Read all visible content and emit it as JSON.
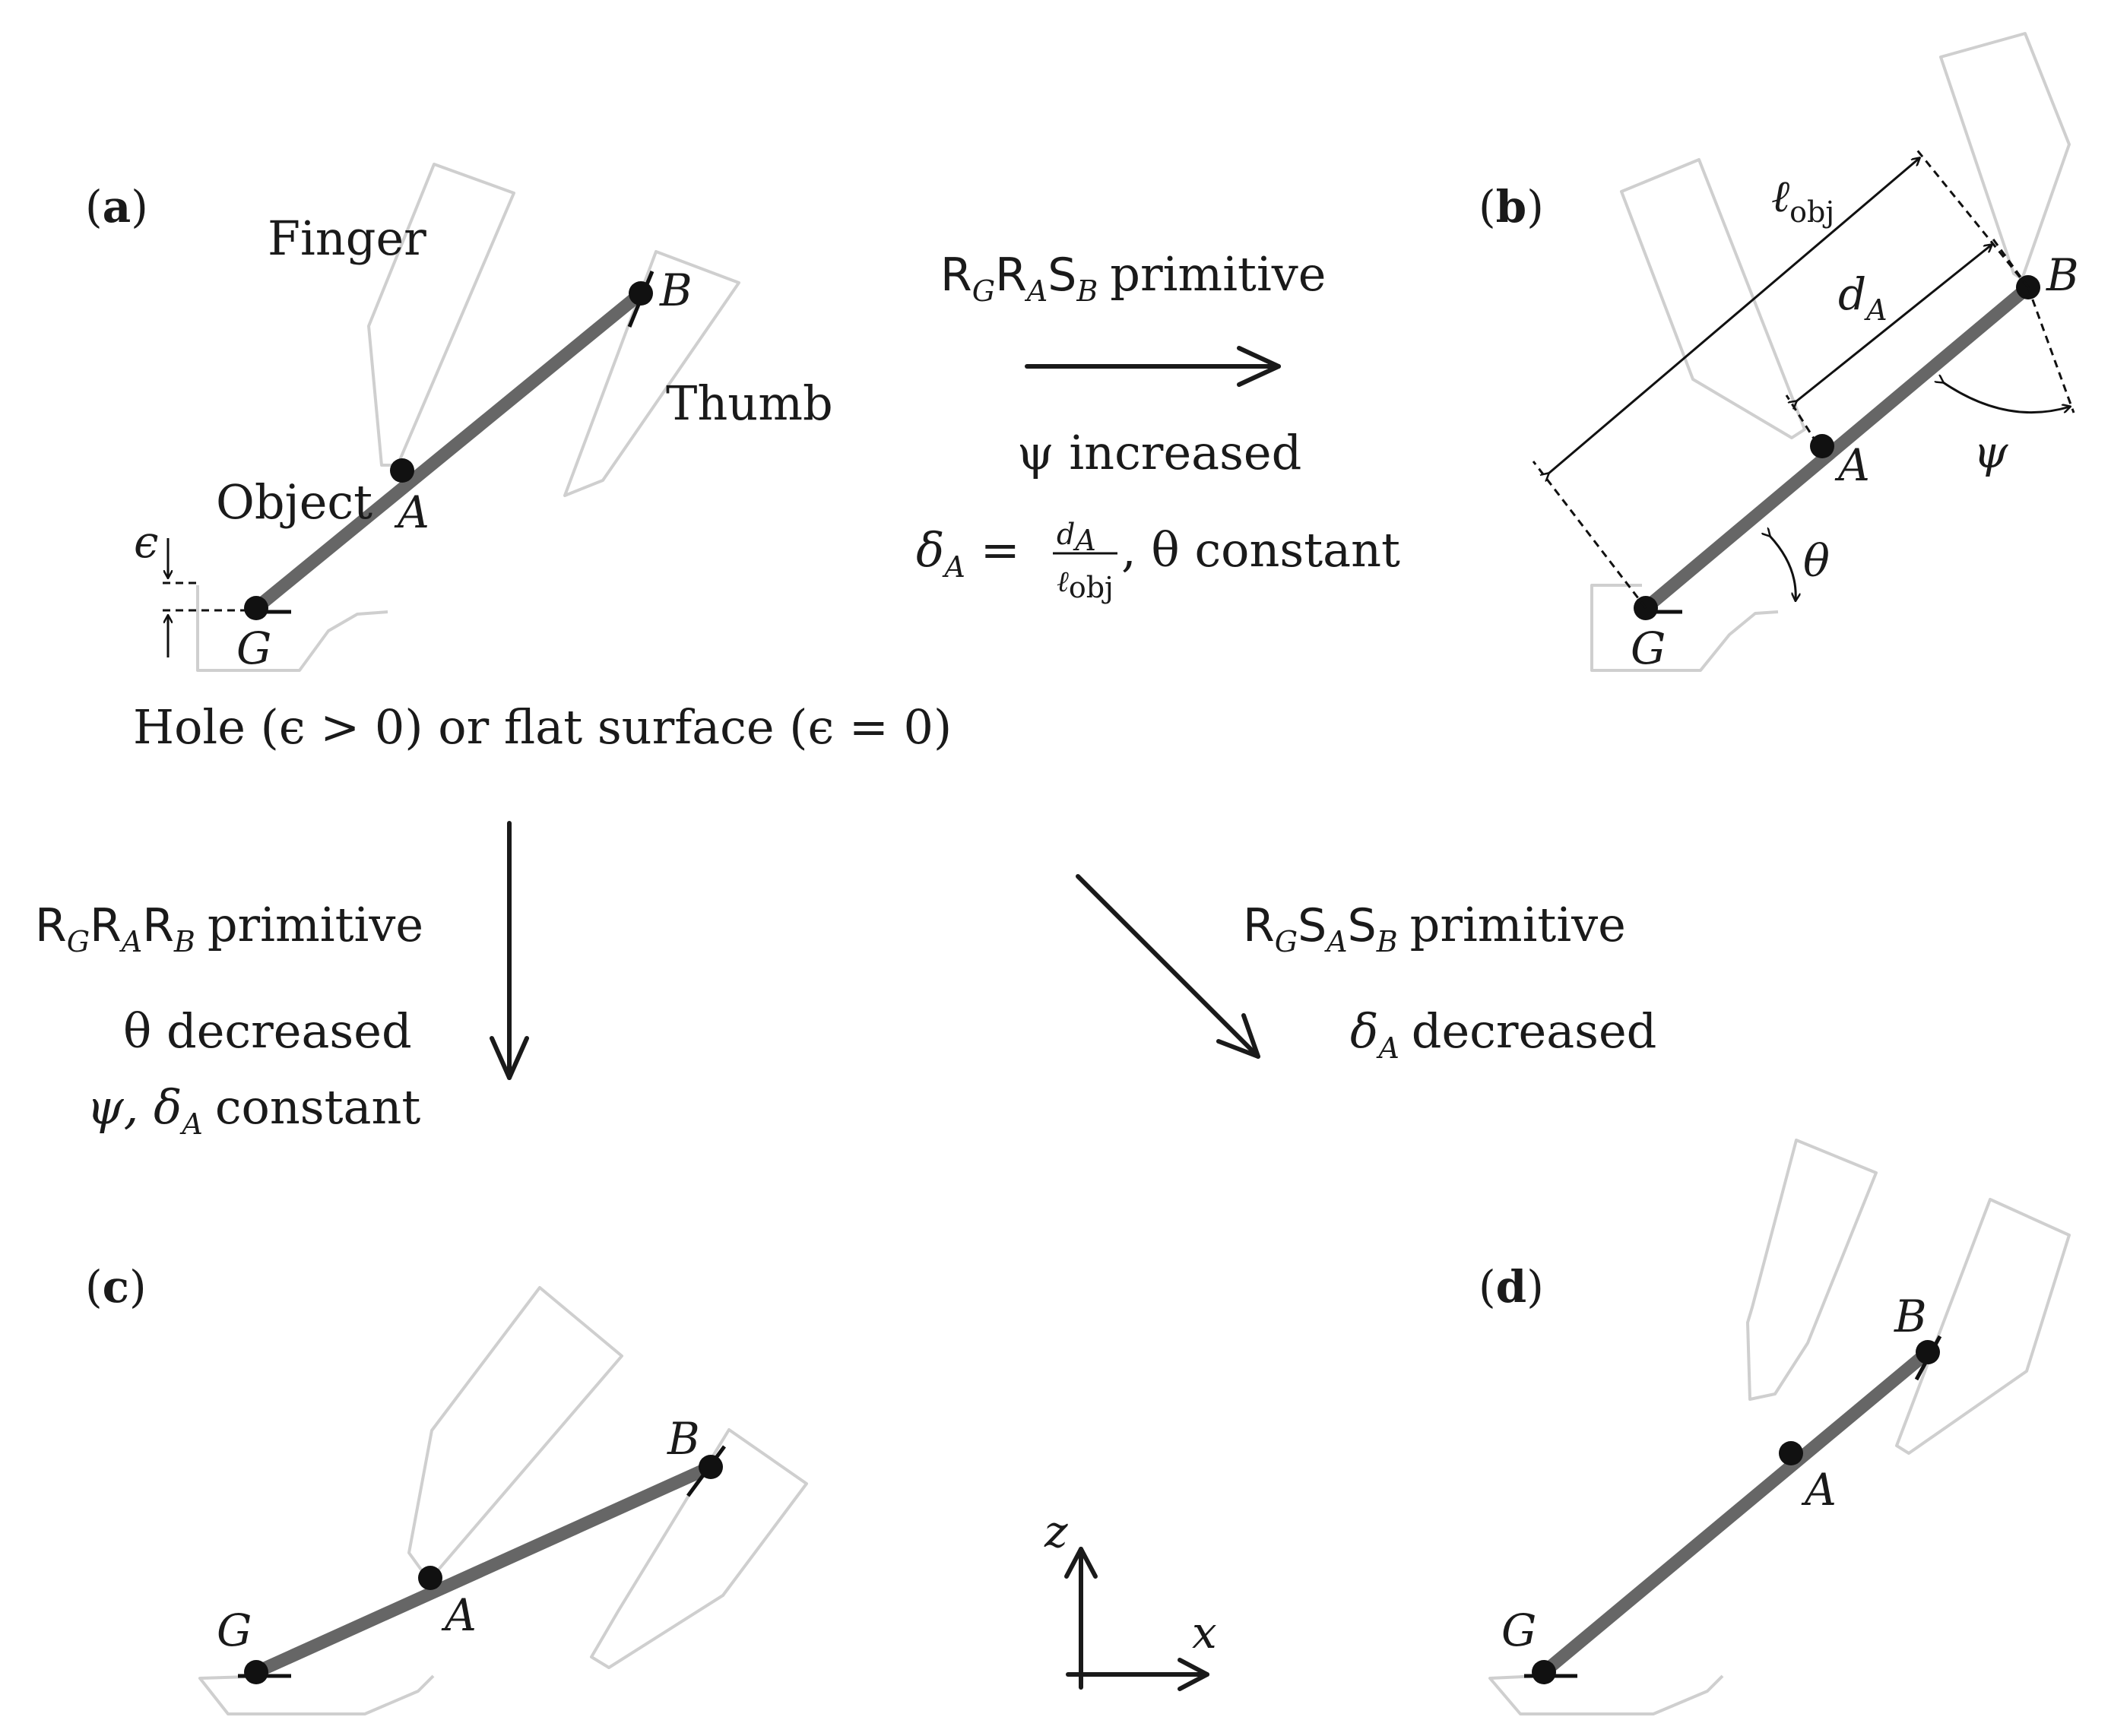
{
  "panels": {
    "a": {
      "label_open": "(",
      "label_letter": "a",
      "label_close": ")",
      "finger": "Finger",
      "thumb": "Thumb",
      "object": "Object",
      "point_a": "A",
      "point_b": "B",
      "point_g": "G",
      "epsilon": "ϵ",
      "caption": "Hole (ϵ > 0) or flat surface (ϵ = 0)"
    },
    "b": {
      "label_open": "(",
      "label_letter": "b",
      "label_close": ")",
      "point_a": "A",
      "point_b": "B",
      "point_g": "G",
      "ell": "ℓ",
      "ell_sub": "obj",
      "d": "d",
      "d_sub": "A",
      "psi": "ψ",
      "theta": "θ"
    },
    "c": {
      "label_open": "(",
      "label_letter": "c",
      "label_close": ")",
      "point_a": "A",
      "point_b": "B",
      "point_g": "G"
    },
    "d": {
      "label_open": "(",
      "label_letter": "d",
      "label_close": ")",
      "point_a": "A",
      "point_b": "B",
      "point_g": "G"
    }
  },
  "transitions": {
    "to_b": {
      "primitive": {
        "r1": "R",
        "s1": "G",
        "r2": "R",
        "s2": "A",
        "r3": "S",
        "s3": "B",
        "word": "primitive"
      },
      "line1": "ψ increased",
      "line2": {
        "delta": "δ",
        "delta_sub": "A",
        "eq": "=",
        "num": "d",
        "num_sub": "A",
        "den": "ℓ",
        "den_sub": "obj",
        "tail": ", θ constant"
      }
    },
    "to_c": {
      "primitive": {
        "r1": "R",
        "s1": "G",
        "r2": "R",
        "s2": "A",
        "r3": "R",
        "s3": "B",
        "word": "primitive"
      },
      "line1": "θ decreased",
      "line2": {
        "head": "ψ, δ",
        "sub": "A",
        "tail": "constant"
      }
    },
    "to_d": {
      "primitive": {
        "r1": "R",
        "s1": "G",
        "r2": "S",
        "s2": "A",
        "r3": "S",
        "s3": "B",
        "word": "primitive"
      },
      "line1": {
        "delta": "δ",
        "sub": "A",
        "tail": "decreased"
      }
    }
  },
  "axes": {
    "z": "z",
    "x": "x"
  }
}
